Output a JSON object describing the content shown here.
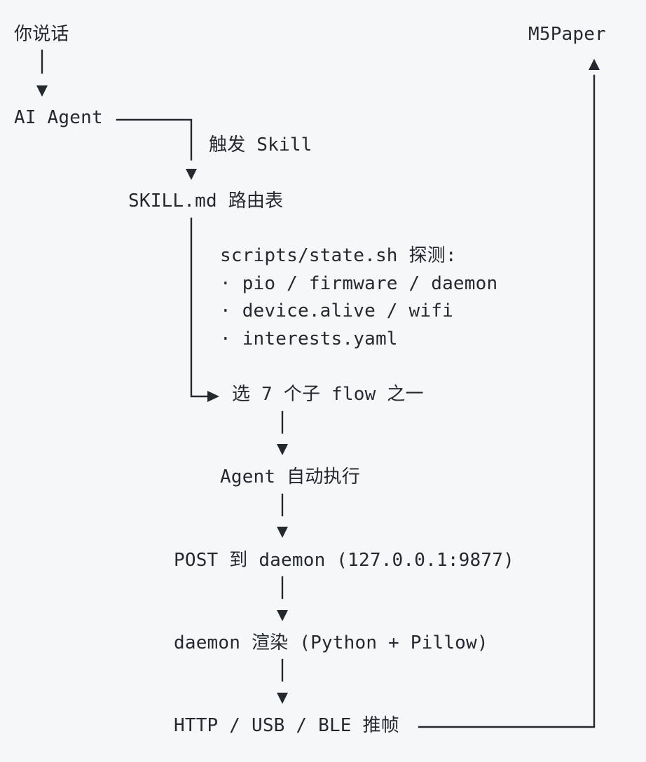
{
  "nodes": {
    "you_speak": "你说话",
    "ai_agent": "AI Agent",
    "trigger_skill": "触发 Skill",
    "skill_md": "SKILL.md 路由表",
    "probe_title": "scripts/state.sh 探测:",
    "probe_items": [
      "· pio / firmware / daemon",
      "· device.alive / wifi",
      "· interests.yaml"
    ],
    "select_flow": "选 7 个子 flow 之一",
    "agent_exec": "Agent 自动执行",
    "post_daemon": "POST 到 daemon (127.0.0.1:9877)",
    "daemon_render": "daemon 渲染 (Python + Pillow)",
    "push_frame": "HTTP / USB / BLE 推帧",
    "m5paper": "M5Paper"
  },
  "colors": {
    "background": "#f6f7f9",
    "text": "#24292f",
    "line": "#24292f"
  }
}
